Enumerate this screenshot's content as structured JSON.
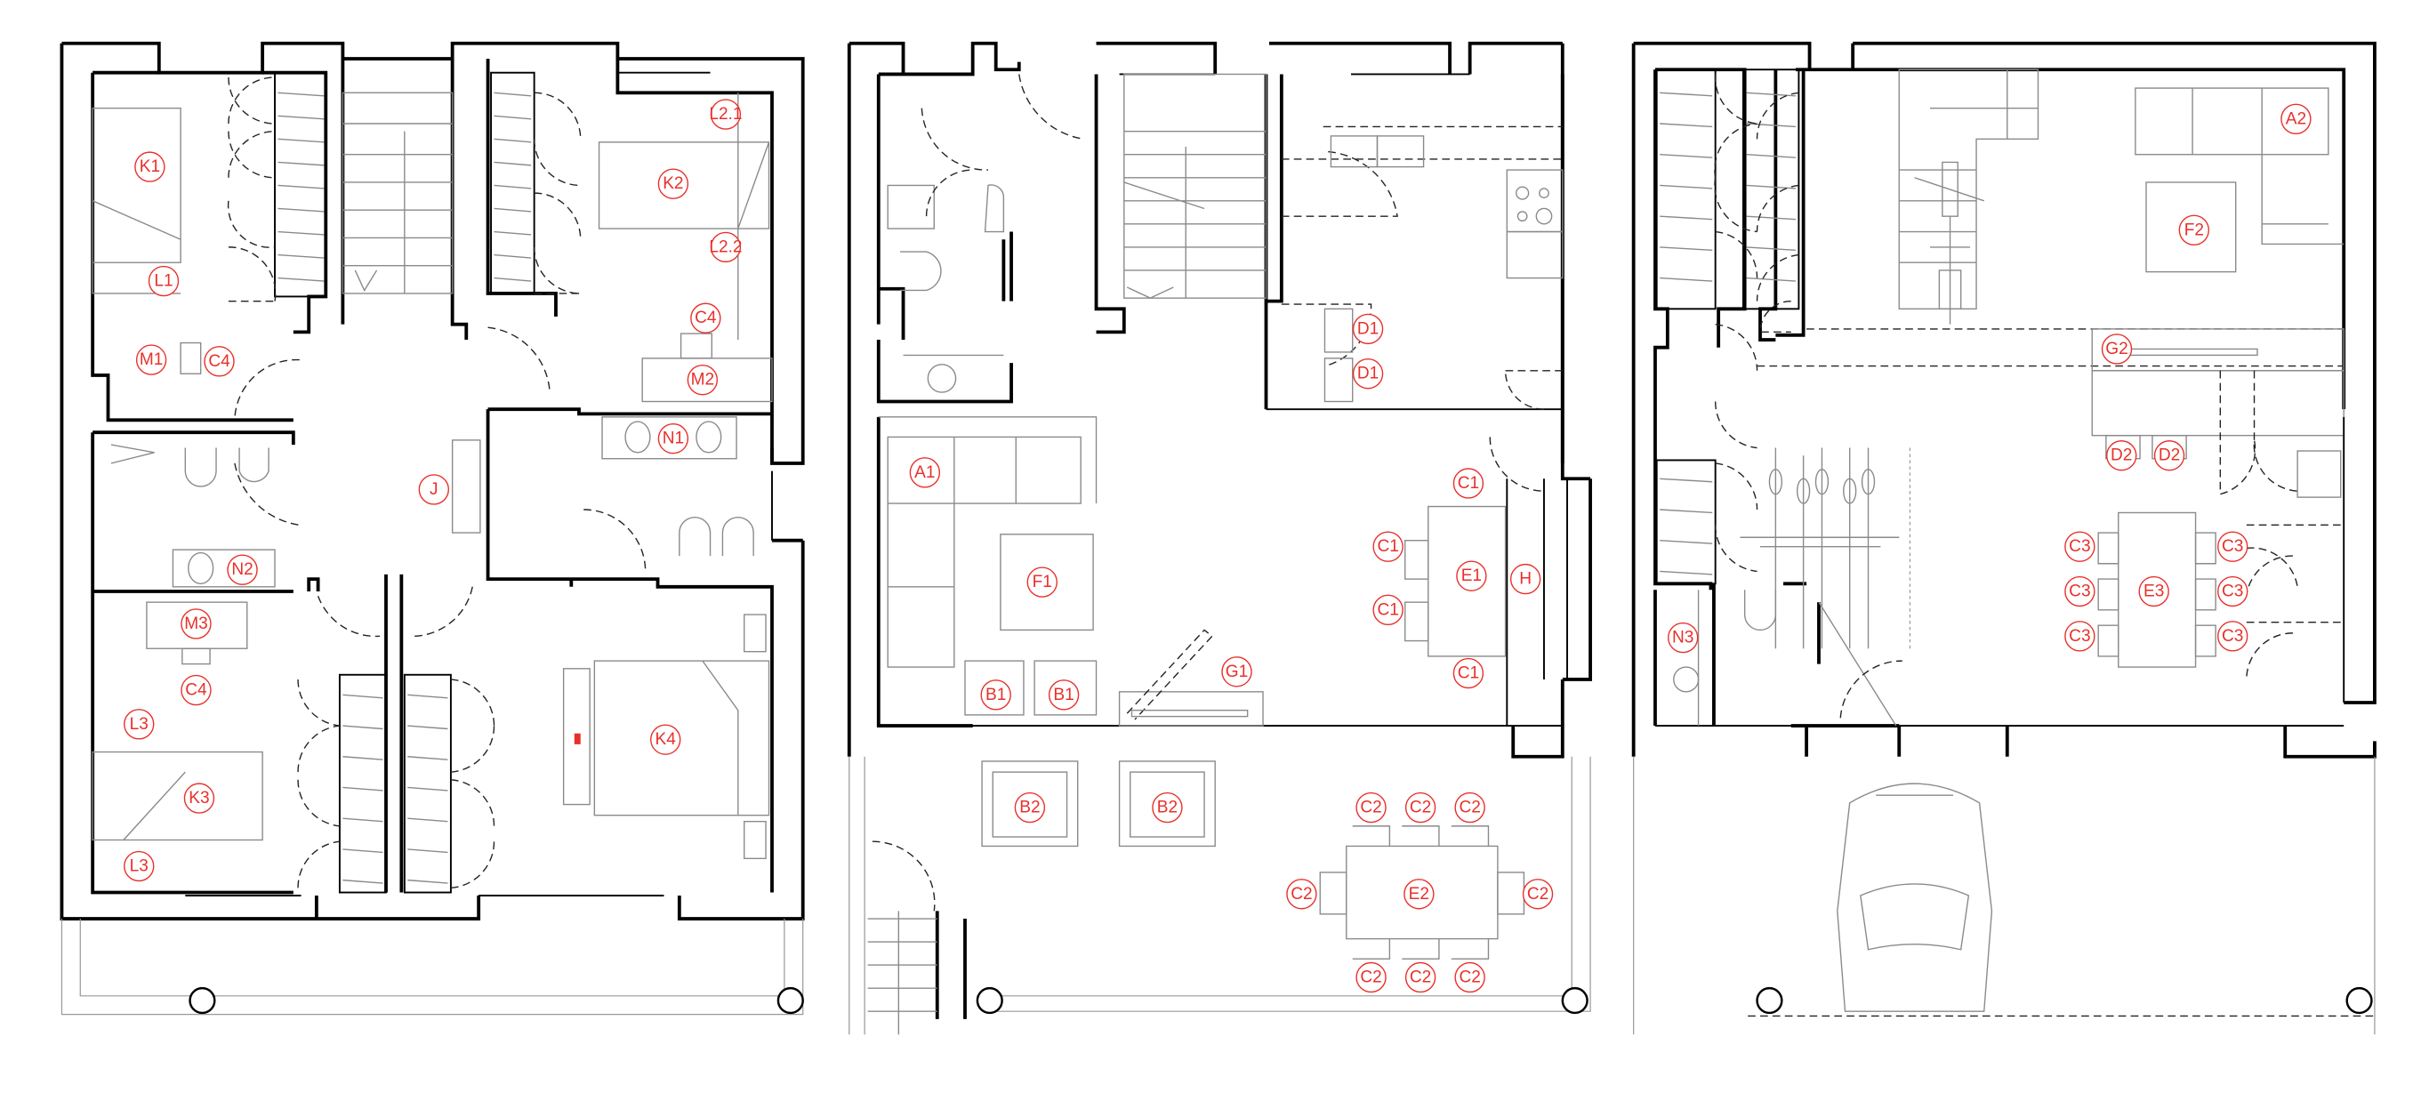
{
  "plans": [
    {
      "name": "upper-floor",
      "labels": [
        "K1",
        "L1",
        "M1",
        "C4",
        "K2",
        "L2.1",
        "L2.2",
        "C4",
        "M2",
        "N1",
        "J",
        "N2",
        "M3",
        "C4",
        "L3",
        "K3",
        "L3",
        "K4"
      ]
    },
    {
      "name": "ground-floor",
      "labels": [
        "A1",
        "F1",
        "B1",
        "B1",
        "G1",
        "D1",
        "D1",
        "C1",
        "C1",
        "E1",
        "H",
        "C1",
        "C1",
        "B2",
        "B2",
        "C2",
        "C2",
        "C2",
        "C2",
        "E2",
        "C2",
        "C2",
        "C2",
        "C2"
      ]
    },
    {
      "name": "garage-floor",
      "labels": [
        "A2",
        "F2",
        "G2",
        "D2",
        "D2",
        "C3",
        "C3",
        "C3",
        "E3",
        "C3",
        "C3",
        "C3",
        "N3"
      ]
    }
  ],
  "colors": {
    "label": "#e8302a",
    "wall": "#000000",
    "furniture": "#8a8a8a"
  }
}
